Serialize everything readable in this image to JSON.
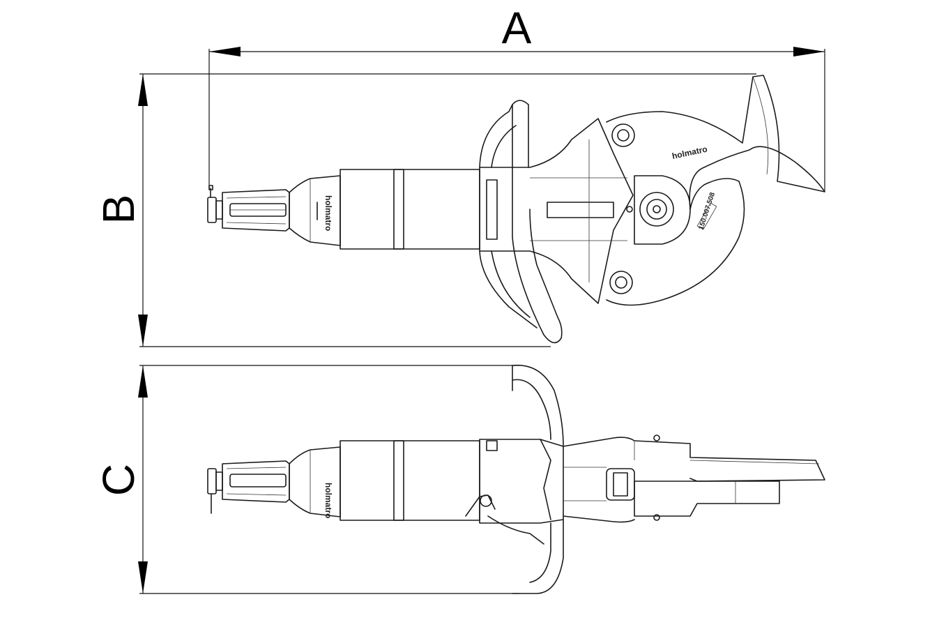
{
  "dimensions": {
    "a_label": "A",
    "b_label": "B",
    "c_label": "C"
  },
  "tool": {
    "brand_text": "holmatro",
    "serial_text": "150.007.508"
  }
}
